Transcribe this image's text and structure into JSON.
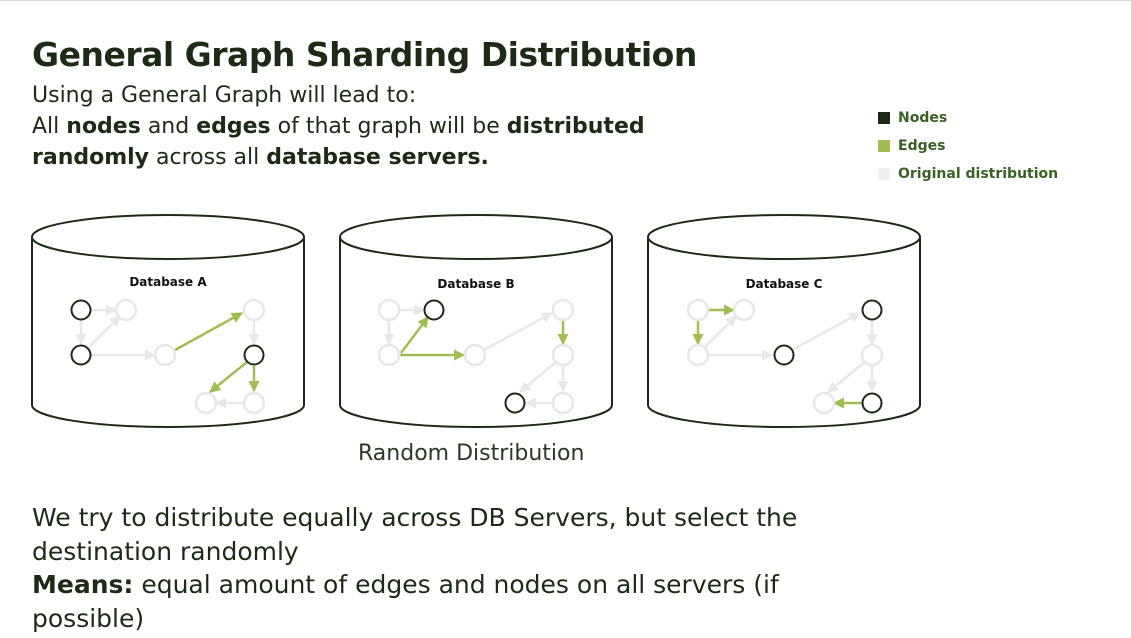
{
  "title": "General Graph Sharding Distribution",
  "intro": {
    "line1": "Using a General Graph will lead to:",
    "p2_t1": "All ",
    "p2_b1": "nodes",
    "p2_t2": " and ",
    "p2_b2": "edges",
    "p2_t3": " of that graph will be ",
    "p2_b3": "distributed randomly",
    "p2_t4": " across all ",
    "p2_b4": "database servers."
  },
  "legend": [
    {
      "label": "Nodes",
      "color": "#1c2a16"
    },
    {
      "label": "Edges",
      "color": "#a3bd54"
    },
    {
      "label": "Original distribution",
      "color": "#eeeeee"
    }
  ],
  "databases": [
    {
      "label": "Database A"
    },
    {
      "label": "Database B"
    },
    {
      "label": "Database C"
    }
  ],
  "caption": "Random Distribution",
  "outro": {
    "line1": "We try to distribute equally across DB Servers, but select the destination randomly",
    "means_label": "Means:",
    "means_text": " equal amount of edges and nodes on all servers (if possible)"
  }
}
